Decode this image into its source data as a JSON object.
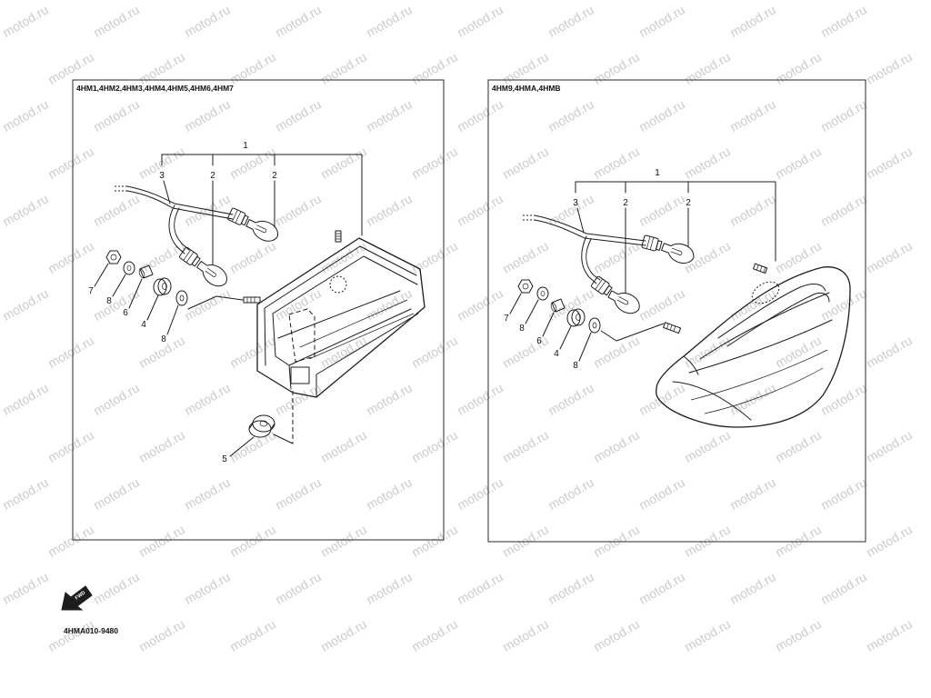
{
  "left_panel": {
    "title": "4HM1,4HM2,4HM3,4HM4,4HM5,4HM6,4HM7",
    "callouts": [
      "1",
      "3",
      "2",
      "2",
      "7",
      "8",
      "6",
      "4",
      "8",
      "5"
    ]
  },
  "right_panel": {
    "title": "4HM9,4HMA,4HMB",
    "callouts": [
      "1",
      "3",
      "2",
      "2",
      "7",
      "8",
      "6",
      "4",
      "8"
    ]
  },
  "footer": {
    "direction_label": "FWD",
    "direction_icon": "fwd-arrow-icon",
    "figure_code": "4HMA010-9480"
  },
  "watermark": "motod.ru",
  "colors": {
    "line": "#1c1c1c",
    "watermark": "#cbcbcb",
    "background": "#ffffff"
  }
}
